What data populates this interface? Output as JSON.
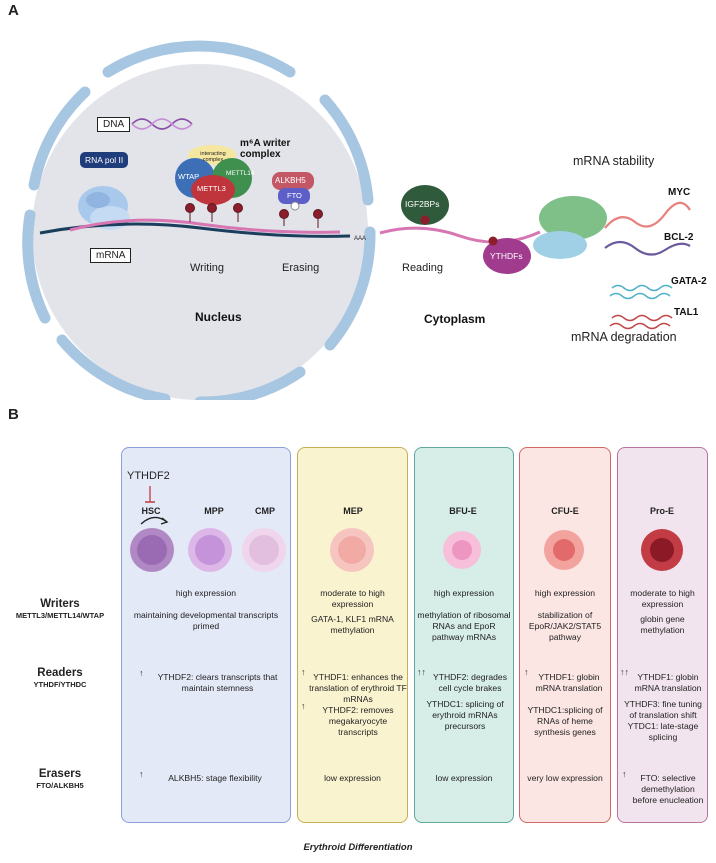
{
  "panel_a": {
    "letter": "A",
    "dna": "DNA",
    "rna_pol": "RNA pol II",
    "mrna": "mRNA",
    "writer_complex": "m⁶A writer complex",
    "interacting_complex": "interacting complex",
    "wtap": "WTAP",
    "mettl14": "METTL14",
    "mettl3": "METTL3",
    "alkbh5": "ALKBH5",
    "fto": "FTO",
    "aaa": "AAA",
    "writing": "Writing",
    "erasing": "Erasing",
    "nucleus": "Nucleus",
    "igf2bps": "IGF2BPs",
    "ythdfs": "YTHDFs",
    "reading": "Reading",
    "cytoplasm": "Cytoplasm",
    "mrna_stability": "mRNA stability",
    "mrna_degradation": "mRNA degradation",
    "myc": "MYC",
    "bcl2": "BCL-2",
    "gata2": "GATA-2",
    "tal1": "TAL1"
  },
  "panel_b": {
    "letter": "B",
    "ythdf2_top": "YTHDF2",
    "footer": "Erythroid Differentiation",
    "rows": [
      {
        "title": "Writers",
        "sub": "METTL3/METTL14/WTAP"
      },
      {
        "title": "Readers",
        "sub": "YTHDF/YTHDC"
      },
      {
        "title": "Erasers",
        "sub": "FTO/ALKBH5"
      }
    ],
    "columns": [
      {
        "stages": [
          "HSC",
          "MPP",
          "CMP"
        ],
        "writer_level": "high expression",
        "writer_detail": "maintaining developmental transcripts primed",
        "reader_arrow": "↑",
        "reader_1": "YTHDF2: clears transcripts that maintain stemness",
        "reader_2": "",
        "eraser_arrow": "↑",
        "eraser": "ALKBH5: stage flexibility"
      },
      {
        "stages": [
          "MEP"
        ],
        "writer_level": "moderate to high expression",
        "writer_detail": "GATA-1, KLF1 mRNA methylation",
        "reader_arrow": "↑",
        "reader_1": "YTHDF1: enhances the translation of erythroid TF  mRNAs",
        "reader_arrow_2": "↑",
        "reader_2": "YTHDF2: removes megakaryocyte transcripts",
        "eraser_arrow": "",
        "eraser": "low  expression"
      },
      {
        "stages": [
          "BFU-E"
        ],
        "writer_level": "high expression",
        "writer_detail": "methylation of ribosomal RNAs and EpoR pathway mRNAs",
        "reader_arrow": "↑↑",
        "reader_1": "YTHDF2: degrades cell cycle brakes",
        "reader_2": "YTHDC1: splicing of erythroid mRNAs precursors",
        "eraser_arrow": "",
        "eraser": "low expression"
      },
      {
        "stages": [
          "CFU-E"
        ],
        "writer_level": "high expression",
        "writer_detail": "stabilization of EpoR/JAK2/STAT5 pathway",
        "reader_arrow": "↑",
        "reader_1": "YTHDF1: globin mRNA translation",
        "reader_2": "YTHDC1:splicing of RNAs of heme synthesis genes",
        "eraser_arrow": "",
        "eraser": "very low expression"
      },
      {
        "stages": [
          "Pro-E"
        ],
        "writer_level": "moderate to high expression",
        "writer_detail": "globin gene methylation",
        "reader_arrow": "↑↑",
        "reader_1": "YTHDF1: globin mRNA translation",
        "reader_2": "YTHDF3: fine tuning of translation shift YTDC1: late-stage splicing",
        "eraser_arrow": "↑",
        "eraser": "FTO: selective demethylation before enucleation"
      }
    ]
  },
  "colors": {
    "col1": "#e4e9f7",
    "col1_border": "#8aa0d6",
    "col2": "#faf3cf",
    "col2_border": "#c9ad52",
    "col3": "#d6ede8",
    "col3_border": "#5fa89a",
    "col4": "#fbe6e3",
    "col4_border": "#cf6a62",
    "col5": "#f2e4ee",
    "col5_border": "#b7749f"
  }
}
